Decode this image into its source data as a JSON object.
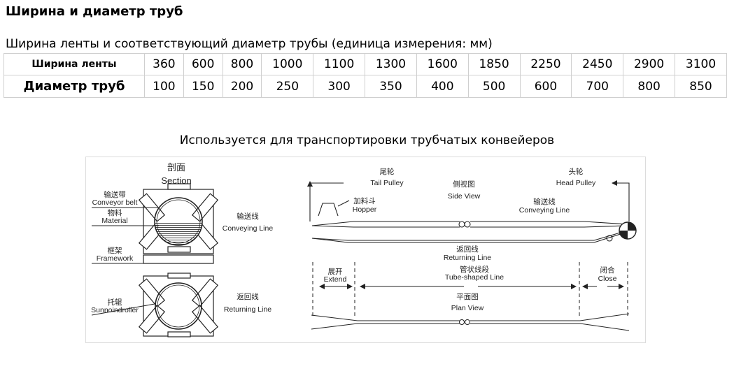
{
  "header": {
    "title": "Ширина и диаметр труб",
    "subtitle": "Ширина ленты и соответствующий диаметр трубы (единица измерения: мм)"
  },
  "table": {
    "row_headers": [
      "Ширина ленты",
      "Диаметр труб"
    ],
    "belt_width": [
      "360",
      "600",
      "800",
      "1000",
      "1100",
      "1300",
      "1600",
      "1850",
      "2250",
      "2450",
      "2900",
      "3100"
    ],
    "pipe_diameter": [
      "100",
      "150",
      "200",
      "250",
      "300",
      "350",
      "400",
      "500",
      "600",
      "700",
      "800",
      "850"
    ]
  },
  "caption": "Используется для транспортировки трубчатых конвейеров",
  "diagram": {
    "section_cn": "剖面",
    "section_en": "Section",
    "conveyor_belt_cn": "输送带",
    "conveyor_belt_en": "Conveyor belt",
    "material_cn": "物料",
    "material_en": "Material",
    "framework_cn": "框架",
    "framework_en": "Framework",
    "roller_cn": "托辊",
    "roller_en": "Sunnoindroller",
    "conveying_line_cn": "输送线",
    "conveying_line_en": "Conveying Line",
    "returning_line_cn": "返回线",
    "returning_line_en": "Returning Line",
    "tail_pulley_cn": "尾轮",
    "tail_pulley_en": "Tail Pulley",
    "side_view_cn": "侧视图",
    "side_view_en": "Side View",
    "head_pulley_cn": "头轮",
    "head_pulley_en": "Head Pulley",
    "hopper_cn": "加料斗",
    "hopper_en": "Hopper",
    "conveying_line2_cn": "输送线",
    "conveying_line2_en": "Conveying Line",
    "returning_line2_cn": "返回线",
    "returning_line2_en": "Returning Line",
    "extend_cn": "展开",
    "extend_en": "Extend",
    "tube_line_cn": "管状线段",
    "tube_line_en": "Tube-shaped Line",
    "close_cn": "闭合",
    "close_en": "Close",
    "plan_view_cn": "平面图",
    "plan_view_en": "Plan View"
  }
}
